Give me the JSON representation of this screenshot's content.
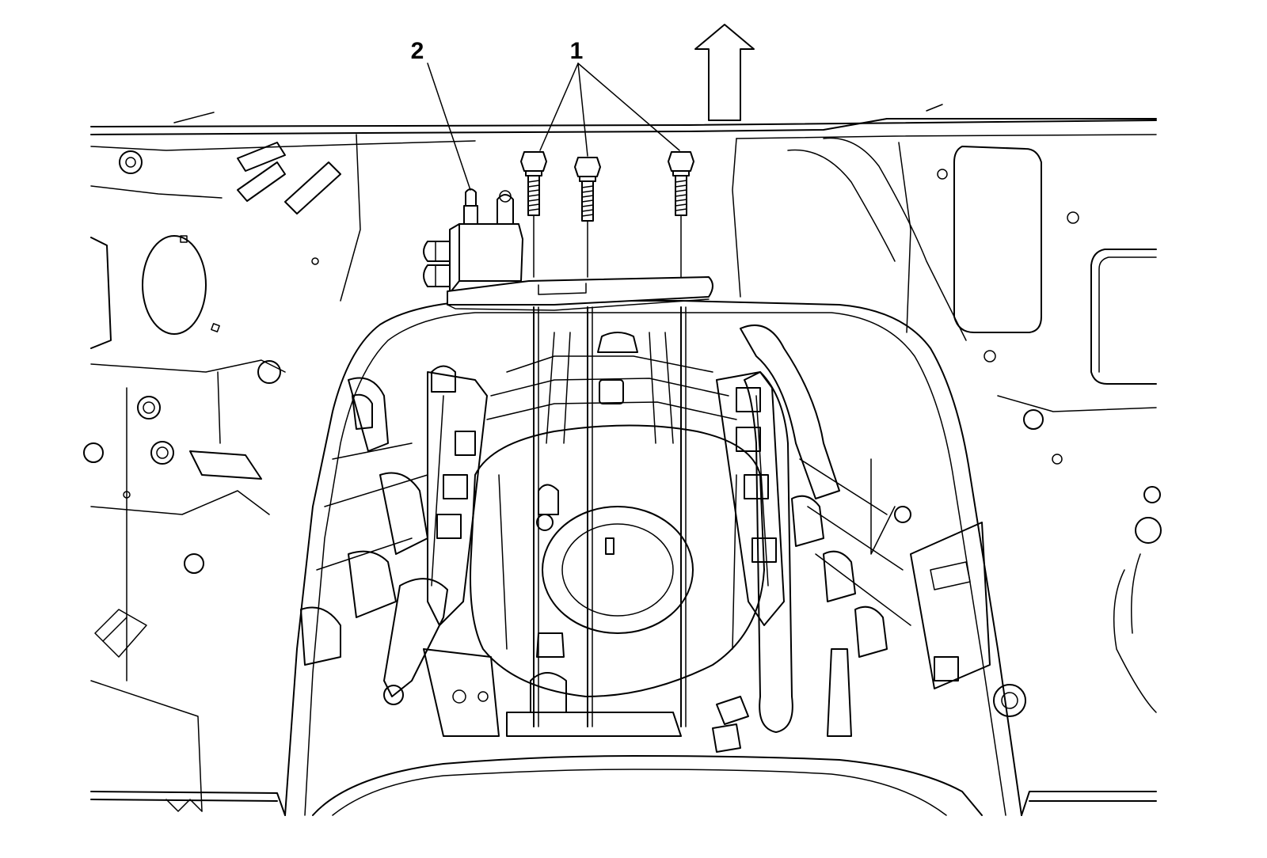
{
  "diagram": {
    "callouts": [
      {
        "id": "1",
        "label": "1"
      },
      {
        "id": "2",
        "label": "2"
      }
    ],
    "colors": {
      "line": "#000000",
      "background": "#ffffff"
    },
    "icons": [
      "up-arrow-icon"
    ]
  }
}
